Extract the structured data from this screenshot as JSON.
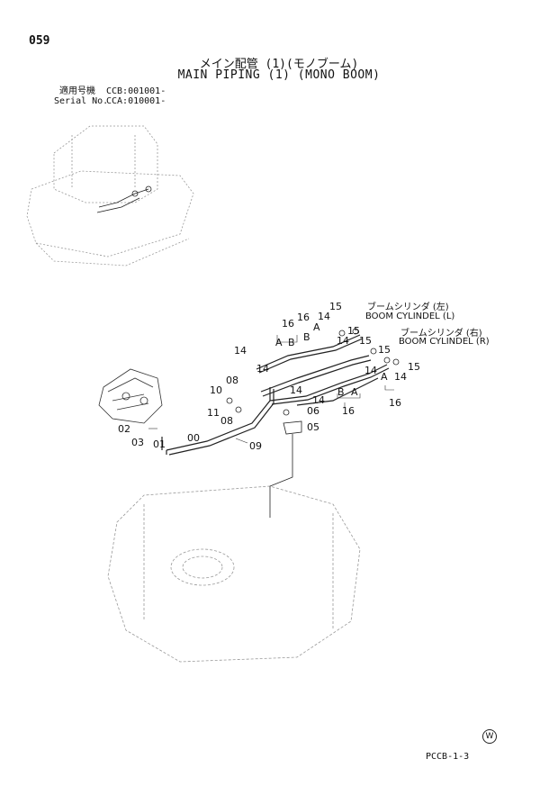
{
  "page_number": "059",
  "title_jp": "メイン配管 (1)(モノブーム)",
  "title_en": "MAIN PIPING (1) (MONO BOOM)",
  "serial": {
    "label_jp": "適用号機",
    "label_en": "Serial No.",
    "value_1": "CCB:001001-",
    "value_2": "CCA:010001-"
  },
  "callouts": {
    "c15_top": "15",
    "c14_top": "14",
    "c16_a": "16",
    "c16_b": "16",
    "cA_top": "A",
    "cB_top": "B",
    "cA_left": "A",
    "cB_left": "B",
    "c14_left": "14",
    "c14_left2": "14",
    "c08_left": "08",
    "c10": "10",
    "c14_mid": "14",
    "c14_mid2": "14",
    "c15_mid": "15",
    "c14_right": "14",
    "c15_right": "15",
    "c15_right2": "15",
    "cA_right": "A",
    "c14_right2": "14",
    "c16_right": "16",
    "cB_bot": "B",
    "cA_bot": "A",
    "c16_bot": "16",
    "c11": "11",
    "c08_mid": "08",
    "c06": "06",
    "c05": "05",
    "c02": "02",
    "c03": "03",
    "c01": "01",
    "c00": "00",
    "c09": "09"
  },
  "notes": {
    "boom_l_jp": "ブームシリンダ (左)",
    "boom_l_en": "BOOM CYLINDEL (L)",
    "boom_r_jp": "ブームシリンダ (右)",
    "boom_r_en": "BOOM CYLINDEL (R)"
  },
  "footer_code": "PCCB-1-3",
  "watermark_symbol": "W"
}
